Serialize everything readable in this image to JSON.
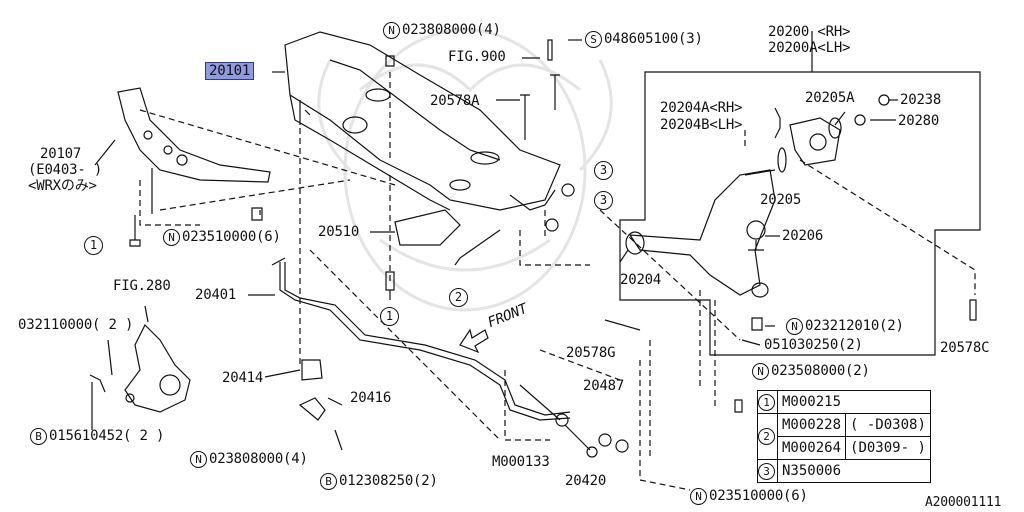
{
  "labels": {
    "p20101": "20101",
    "p20107": "20107",
    "p20107_date": "(E0403- )",
    "p20107_note": "<WRXのみ>",
    "n023808000_top": "023808000(4)",
    "s048605100": "048605100(3)",
    "fig900": "FIG.900",
    "p20578A": "20578A",
    "p20200": "20200 <RH>",
    "p20200A": "20200A<LH>",
    "p20204A": "20204A<RH>",
    "p20204B": "20204B<LH>",
    "p20205A": "20205A",
    "p20238": "20238",
    "p20280": "20280",
    "p20205": "20205",
    "p20206": "20206",
    "p20204": "20204",
    "p20510": "20510",
    "n023510000_left": "023510000(6)",
    "fig280": "FIG.280",
    "p20401": "20401",
    "p032110000": "032110000( 2 )",
    "p20414": "20414",
    "p20416": "20416",
    "b015610452": "015610452( 2 )",
    "n023808000_bottom": "023808000(4)",
    "b012308250": "012308250(2)",
    "p20578G": "20578G",
    "n023212010": "023212010(2)",
    "p051030250": "051030250(2)",
    "p20578C": "20578C",
    "n023508000": "023508000(2)",
    "p20487": "20487",
    "m000133": "M000133",
    "p20420": "20420",
    "n023510000_bottom": "023510000(6)",
    "front": "FRONT",
    "diagram_id": "A200001111"
  },
  "badges": {
    "one": "1",
    "two": "2",
    "three": "3",
    "N": "N",
    "S": "S",
    "B": "B"
  },
  "legend": {
    "rows": [
      {
        "key": "1",
        "part": "M000215",
        "note": ""
      },
      {
        "key": "2",
        "part": "M000228",
        "note": "( -D0308)"
      },
      {
        "key": "",
        "part": "M000264",
        "note": "(D0309- )"
      },
      {
        "key": "3",
        "part": "N350006",
        "note": ""
      }
    ]
  },
  "colors": {
    "ink": "#111111",
    "highlight": "#8f9bdc",
    "watermark": "#e4e4e4"
  }
}
